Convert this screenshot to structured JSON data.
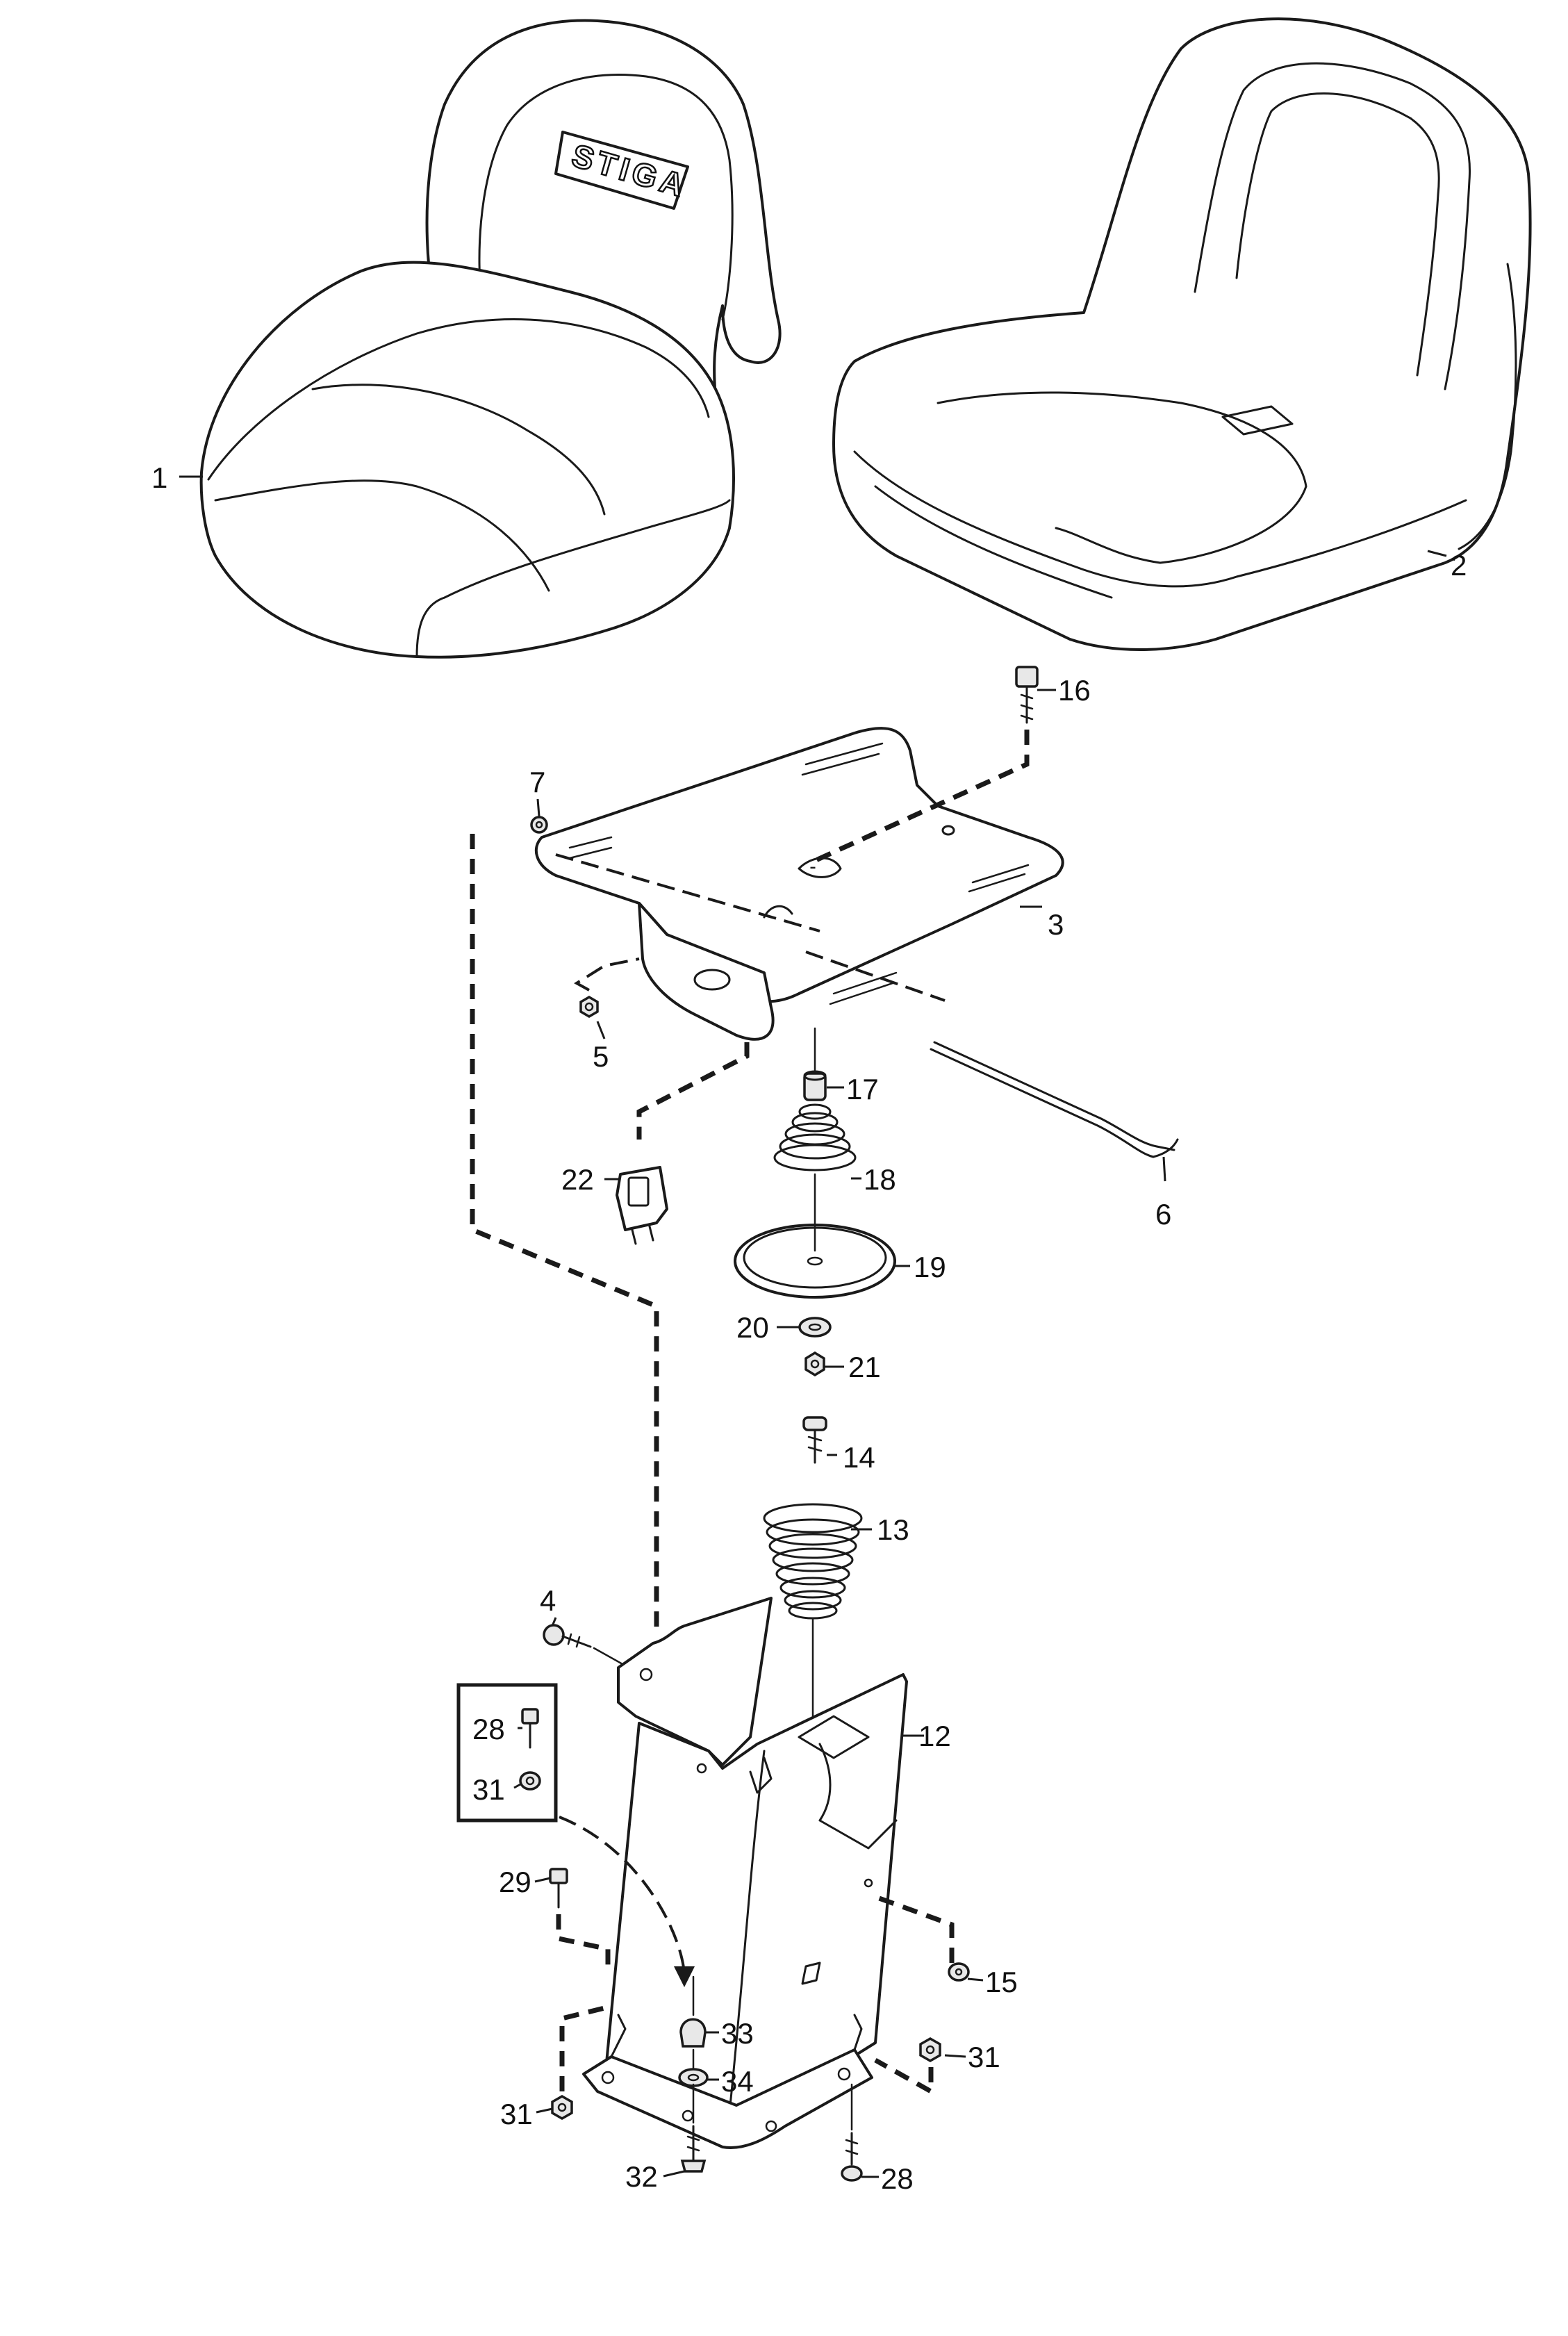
{
  "diagram": {
    "brand_logo": "STIGA",
    "callouts": {
      "c1": "1",
      "c2": "2",
      "c3": "3",
      "c4": "4",
      "c5": "5",
      "c6": "6",
      "c7": "7",
      "c12": "12",
      "c13": "13",
      "c14": "14",
      "c15": "15",
      "c16": "16",
      "c17": "17",
      "c18": "18",
      "c19": "19",
      "c20": "20",
      "c21": "21",
      "c22": "22",
      "c28a": "28",
      "c28b": "28",
      "c29": "29",
      "c31a": "31",
      "c31b": "31",
      "c31c": "31",
      "c32": "32",
      "c33": "33",
      "c34": "34"
    }
  }
}
